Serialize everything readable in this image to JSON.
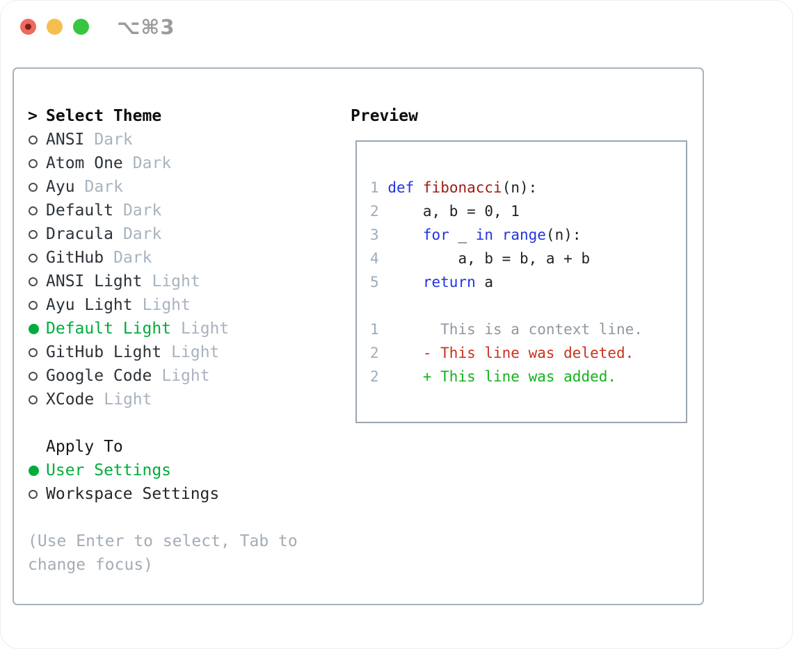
{
  "window": {
    "shortcut": "⌥⌘3",
    "traffic_colors": {
      "close": "#ee6a5e",
      "minimize": "#f5bf4f",
      "zoom": "#38c541"
    }
  },
  "colors": {
    "selected_green": "#00ac3c",
    "keyword_blue": "#2134e0",
    "function_dark_red": "#9e1b13",
    "deleted_red": "#c8331c",
    "added_green": "#12b41c",
    "muted_gray": "#a8b3be",
    "panel_border": "#a9b3bd"
  },
  "theme_list": {
    "prompt": ">",
    "header": "Select Theme",
    "items": [
      {
        "name": "ANSI",
        "tag": "Dark",
        "selected": false
      },
      {
        "name": "Atom One",
        "tag": "Dark",
        "selected": false
      },
      {
        "name": "Ayu",
        "tag": "Dark",
        "selected": false
      },
      {
        "name": "Default",
        "tag": "Dark",
        "selected": false
      },
      {
        "name": "Dracula",
        "tag": "Dark",
        "selected": false
      },
      {
        "name": "GitHub",
        "tag": "Dark",
        "selected": false
      },
      {
        "name": "ANSI Light",
        "tag": "Light",
        "selected": false
      },
      {
        "name": "Ayu Light",
        "tag": "Light",
        "selected": false
      },
      {
        "name": "Default Light",
        "tag": "Light",
        "selected": true
      },
      {
        "name": "GitHub Light",
        "tag": "Light",
        "selected": false
      },
      {
        "name": "Google Code",
        "tag": "Light",
        "selected": false
      },
      {
        "name": "XCode",
        "tag": "Light",
        "selected": false
      }
    ]
  },
  "apply_to": {
    "header": "Apply To",
    "items": [
      {
        "label": "User Settings",
        "selected": true
      },
      {
        "label": "Workspace Settings",
        "selected": false
      }
    ]
  },
  "help_text": "(Use Enter to select, Tab to change focus)",
  "preview": {
    "title": "Preview",
    "lines": [
      {
        "num": "1",
        "tokens": [
          [
            "p",
            " "
          ],
          [
            "kw",
            "def"
          ],
          [
            "p",
            " "
          ],
          [
            "fn",
            "fibonacci"
          ],
          [
            "p",
            "(n):"
          ]
        ]
      },
      {
        "num": "2",
        "tokens": [
          [
            "p",
            "     a, b = 0, 1"
          ]
        ]
      },
      {
        "num": "3",
        "tokens": [
          [
            "p",
            "     "
          ],
          [
            "kw",
            "for"
          ],
          [
            "p",
            " _ "
          ],
          [
            "kw",
            "in"
          ],
          [
            "p",
            " "
          ],
          [
            "kw",
            "range"
          ],
          [
            "p",
            "(n):"
          ]
        ]
      },
      {
        "num": "4",
        "tokens": [
          [
            "p",
            "         a, b = b, a + b"
          ]
        ]
      },
      {
        "num": "5",
        "tokens": [
          [
            "p",
            "     "
          ],
          [
            "kw",
            "return"
          ],
          [
            "p",
            " a"
          ]
        ]
      },
      {
        "num": "",
        "tokens": []
      },
      {
        "num": "1",
        "tokens": [
          [
            "ctx",
            "       This is a context line."
          ]
        ]
      },
      {
        "num": "2",
        "tokens": [
          [
            "del",
            "     - This line was deleted."
          ]
        ]
      },
      {
        "num": "2",
        "tokens": [
          [
            "add",
            "     + This line was added."
          ]
        ]
      }
    ]
  }
}
